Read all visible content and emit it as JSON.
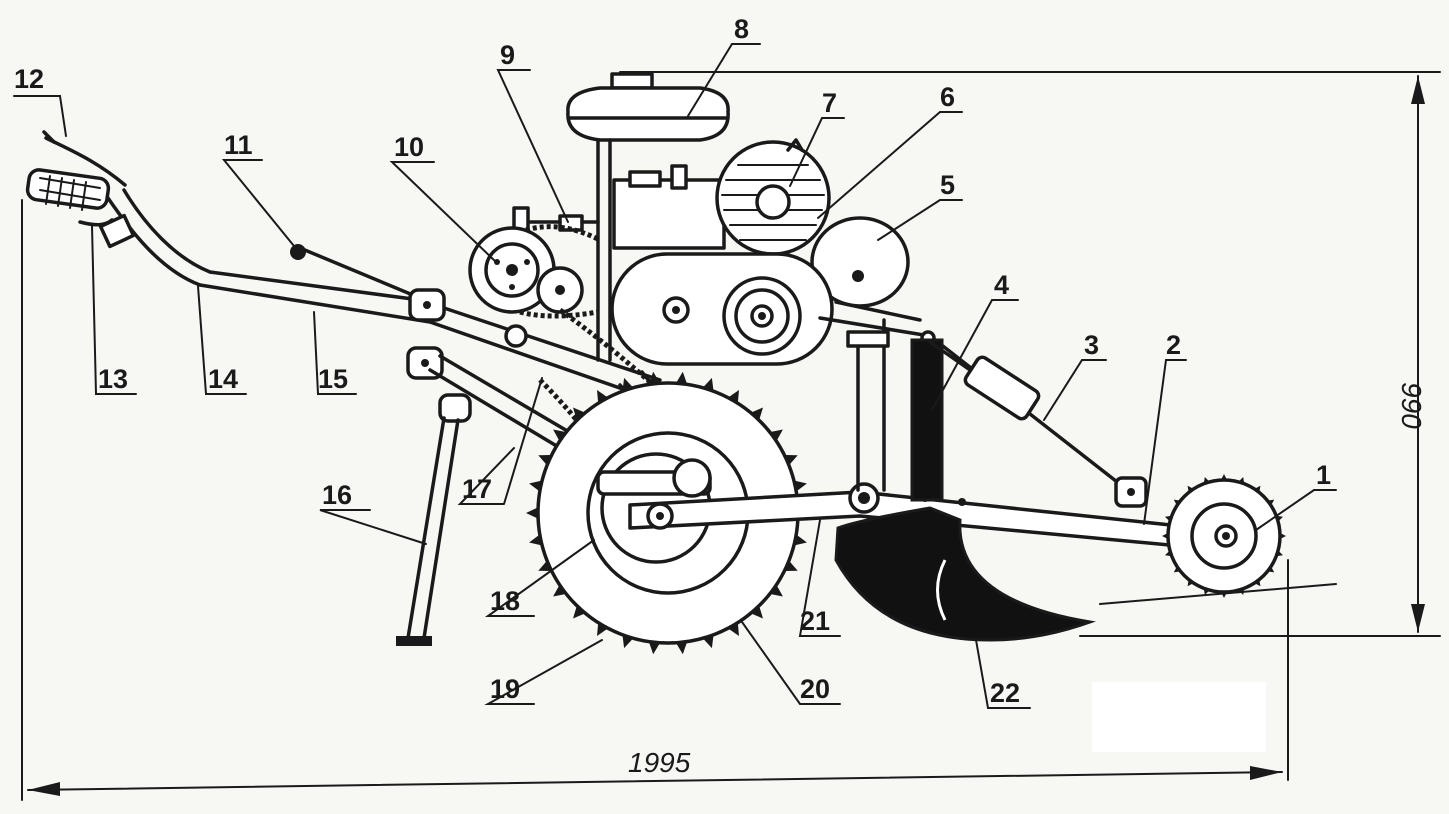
{
  "drawing": {
    "labels": [
      {
        "id": "12",
        "text": "12"
      },
      {
        "id": "13",
        "text": "13"
      },
      {
        "id": "14",
        "text": "14"
      },
      {
        "id": "15",
        "text": "15"
      },
      {
        "id": "11",
        "text": "11"
      },
      {
        "id": "10",
        "text": "10"
      },
      {
        "id": "9",
        "text": "9"
      },
      {
        "id": "8",
        "text": "8"
      },
      {
        "id": "7",
        "text": "7"
      },
      {
        "id": "6",
        "text": "6"
      },
      {
        "id": "5",
        "text": "5"
      },
      {
        "id": "4",
        "text": "4"
      },
      {
        "id": "3",
        "text": "3"
      },
      {
        "id": "2",
        "text": "2"
      },
      {
        "id": "1",
        "text": "1"
      },
      {
        "id": "16",
        "text": "16"
      },
      {
        "id": "17",
        "text": "17"
      },
      {
        "id": "18",
        "text": "18"
      },
      {
        "id": "19",
        "text": "19"
      },
      {
        "id": "20",
        "text": "20"
      },
      {
        "id": "21",
        "text": "21"
      },
      {
        "id": "22",
        "text": "22"
      }
    ],
    "dimensions": {
      "length": "1995",
      "height": "990"
    }
  },
  "colors": {
    "ink": "#1a1a1a",
    "paper": "#f7f7f4"
  }
}
